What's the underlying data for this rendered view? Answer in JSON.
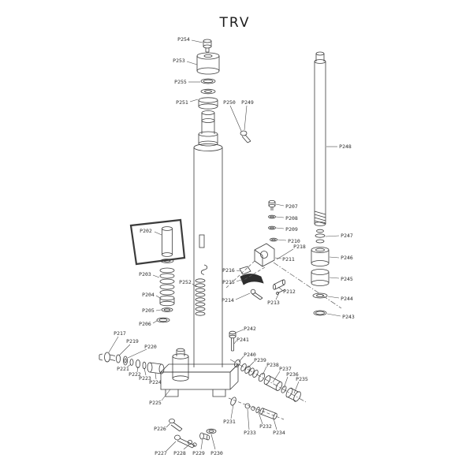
{
  "title": "TRV",
  "colors": {
    "highlight": "#3c9e3c",
    "line": "#3c3c3c",
    "background": "#ffffff"
  },
  "diagram": {
    "type": "exploded-parts-diagram",
    "product": "TRV",
    "highlighted_part": "P202",
    "parts": [
      {
        "id": "P254",
        "label": [
          233,
          50
        ],
        "leader": [
          243,
          51,
          257,
          54
        ]
      },
      {
        "id": "P253",
        "label": [
          227,
          77
        ],
        "leader": [
          237,
          78,
          250,
          82
        ]
      },
      {
        "id": "P255",
        "label": [
          229,
          104
        ],
        "leader": [
          239,
          104,
          254,
          104
        ]
      },
      {
        "id": "P251",
        "label": [
          231,
          130
        ],
        "leader": [
          241,
          129,
          251,
          126
        ]
      },
      {
        "id": "P250",
        "label": [
          291,
          130
        ],
        "leader": [
          292,
          134,
          306,
          166
        ]
      },
      {
        "id": "P249",
        "label": [
          314,
          130
        ],
        "leader": [
          313,
          134,
          310,
          165
        ]
      },
      {
        "id": "P248",
        "label": [
          438,
          186
        ],
        "leader": [
          428,
          186,
          414,
          186
        ]
      },
      {
        "id": "P247",
        "label": [
          440,
          299
        ],
        "leader": [
          430,
          299,
          413,
          300
        ]
      },
      {
        "id": "P246",
        "label": [
          440,
          327
        ],
        "leader": [
          430,
          327,
          418,
          326
        ]
      },
      {
        "id": "P245",
        "label": [
          440,
          354
        ],
        "leader": [
          430,
          353,
          418,
          352
        ]
      },
      {
        "id": "P244",
        "label": [
          440,
          379
        ],
        "leader": [
          430,
          378,
          416,
          376
        ]
      },
      {
        "id": "P243",
        "label": [
          442,
          402
        ],
        "leader": [
          432,
          401,
          415,
          398
        ]
      },
      {
        "id": "P207",
        "label": [
          370,
          262
        ],
        "leader": [
          360,
          261,
          350,
          259
        ]
      },
      {
        "id": "P208",
        "label": [
          370,
          277
        ],
        "leader": [
          360,
          276,
          350,
          275
        ]
      },
      {
        "id": "P209",
        "label": [
          370,
          291
        ],
        "leader": [
          360,
          290,
          350,
          289
        ]
      },
      {
        "id": "P210",
        "label": [
          373,
          306
        ],
        "leader": [
          363,
          305,
          352,
          304
        ]
      },
      {
        "id": "P218",
        "label": [
          380,
          313
        ],
        "leader": [
          372,
          316,
          351,
          329
        ]
      },
      {
        "id": "P211",
        "label": [
          366,
          329
        ],
        "leader": [
          357,
          328,
          349,
          327
        ]
      },
      {
        "id": "P216",
        "label": [
          290,
          343
        ],
        "leader": [
          300,
          343,
          305,
          344
        ]
      },
      {
        "id": "P215",
        "label": [
          290,
          358
        ],
        "leader": [
          300,
          357,
          306,
          355
        ]
      },
      {
        "id": "P214",
        "label": [
          289,
          381
        ],
        "leader": [
          299,
          380,
          317,
          372
        ]
      },
      {
        "id": "P212",
        "label": [
          367,
          370
        ],
        "leader": [
          359,
          369,
          353,
          364
        ]
      },
      {
        "id": "P213",
        "label": [
          347,
          384
        ],
        "leader": [
          350,
          380,
          354,
          371
        ]
      },
      {
        "id": "P202",
        "label": [
          185,
          293
        ],
        "leader": [
          196,
          294,
          205,
          298
        ]
      },
      {
        "id": "P203",
        "label": [
          184,
          348
        ],
        "leader": [
          194,
          349,
          202,
          352
        ]
      },
      {
        "id": "P204",
        "label": [
          188,
          374
        ],
        "leader": [
          198,
          375,
          203,
          378
        ]
      },
      {
        "id": "P205",
        "label": [
          188,
          394
        ],
        "leader": [
          198,
          394,
          204,
          393
        ]
      },
      {
        "id": "P206",
        "label": [
          184,
          411
        ],
        "leader": [
          194,
          410,
          199,
          407
        ]
      },
      {
        "id": "P252",
        "label": [
          235,
          358
        ],
        "leader": [
          244,
          360,
          249,
          364
        ]
      },
      {
        "id": "P217",
        "label": [
          152,
          423
        ],
        "leader": [
          150,
          427,
          138,
          447
        ]
      },
      {
        "id": "P219",
        "label": [
          168,
          433
        ],
        "leader": [
          165,
          437,
          151,
          451
        ]
      },
      {
        "id": "P220",
        "label": [
          191,
          440
        ],
        "leader": [
          186,
          443,
          162,
          454
        ]
      },
      {
        "id": "P221",
        "label": [
          156,
          468
        ],
        "leader": [
          162,
          465,
          166,
          462
        ]
      },
      {
        "id": "P222",
        "label": [
          171,
          475
        ],
        "leader": [
          174,
          472,
          175,
          465
        ]
      },
      {
        "id": "P223",
        "label": [
          184,
          480
        ],
        "leader": [
          185,
          476,
          183,
          467
        ]
      },
      {
        "id": "P224",
        "label": [
          197,
          485
        ],
        "leader": [
          198,
          481,
          197,
          473
        ]
      },
      {
        "id": "P225",
        "label": [
          197,
          511
        ],
        "leader": [
          205,
          508,
          216,
          494
        ]
      },
      {
        "id": "P226",
        "label": [
          203,
          544
        ],
        "leader": [
          211,
          542,
          216,
          537
        ]
      },
      {
        "id": "P227",
        "label": [
          204,
          575
        ],
        "leader": [
          211,
          572,
          223,
          560
        ]
      },
      {
        "id": "P228",
        "label": [
          228,
          575
        ],
        "leader": [
          233,
          570,
          240,
          564
        ]
      },
      {
        "id": "P229",
        "label": [
          252,
          575
        ],
        "leader": [
          255,
          570,
          257,
          557
        ]
      },
      {
        "id": "P230",
        "label": [
          275,
          575
        ],
        "leader": [
          273,
          570,
          268,
          551
        ]
      },
      {
        "id": "P242",
        "label": [
          317,
          417
        ],
        "leader": [
          309,
          418,
          299,
          422
        ]
      },
      {
        "id": "P241",
        "label": [
          308,
          431
        ],
        "leader": [
          300,
          432,
          297,
          436
        ]
      },
      {
        "id": "P240",
        "label": [
          317,
          450
        ],
        "leader": [
          309,
          452,
          303,
          459
        ]
      },
      {
        "id": "P239",
        "label": [
          330,
          457
        ],
        "leader": [
          322,
          459,
          314,
          467
        ]
      },
      {
        "id": "P238",
        "label": [
          346,
          463
        ],
        "leader": [
          338,
          465,
          333,
          476
        ]
      },
      {
        "id": "P237",
        "label": [
          362,
          468
        ],
        "leader": [
          355,
          471,
          346,
          485
        ]
      },
      {
        "id": "P236",
        "label": [
          371,
          475
        ],
        "leader": [
          365,
          478,
          360,
          492
        ]
      },
      {
        "id": "P235",
        "label": [
          383,
          481
        ],
        "leader": [
          379,
          484,
          373,
          499
        ]
      },
      {
        "id": "P231",
        "label": [
          291,
          535
        ],
        "leader": [
          293,
          531,
          296,
          513
        ]
      },
      {
        "id": "P233",
        "label": [
          317,
          549
        ],
        "leader": [
          316,
          545,
          314,
          519
        ]
      },
      {
        "id": "P232",
        "label": [
          337,
          541
        ],
        "leader": [
          333,
          538,
          328,
          523
        ]
      },
      {
        "id": "P234",
        "label": [
          354,
          549
        ],
        "leader": [
          351,
          545,
          347,
          531
        ]
      }
    ]
  }
}
